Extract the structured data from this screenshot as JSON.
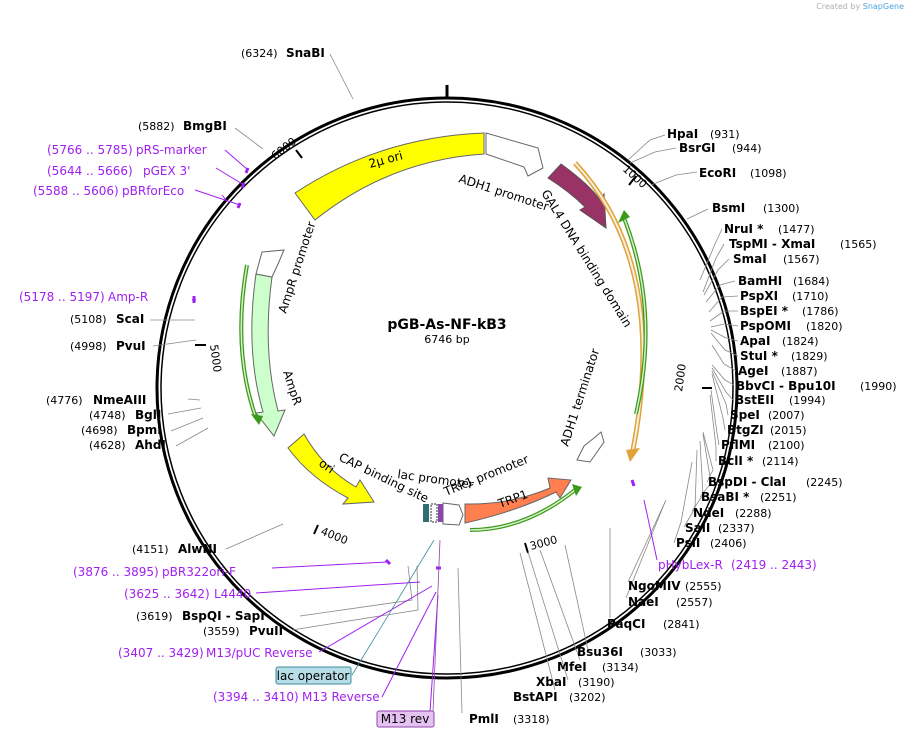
{
  "credit": {
    "prefix": "Created by",
    "brand": "SnapGene"
  },
  "plasmid": {
    "name": "pGB-As-NF-kB3",
    "length_label": "6746 bp",
    "length": 6746
  },
  "ticks": [
    "1000",
    "2000",
    "3000",
    "4000",
    "5000",
    "6000"
  ],
  "features": [
    {
      "name": "2μ ori",
      "color": "#ffff00"
    },
    {
      "name": "ADH1 promoter",
      "color": "#ffffff"
    },
    {
      "name": "GAL4 DNA binding domain",
      "color": "#993366"
    },
    {
      "name": "ADH1 terminator",
      "color": "#ffffff"
    },
    {
      "name": "TRP1",
      "color": "#ff7f50"
    },
    {
      "name": "TRP1 promoter",
      "color": "#ffffff"
    },
    {
      "name": "lac promoter",
      "color": "#ffffff"
    },
    {
      "name": "CAP binding site",
      "color": "#2f6f6f"
    },
    {
      "name": "ori",
      "color": "#ffff00"
    },
    {
      "name": "AmpR",
      "color": "#ccffcc"
    },
    {
      "name": "AmpR promoter",
      "color": "#ffffff"
    }
  ],
  "sites_right": [
    {
      "name": "HpaI",
      "pos": "(931)"
    },
    {
      "name": "BsrGI",
      "pos": "(944)"
    },
    {
      "name": "EcoRI",
      "pos": "(1098)"
    },
    {
      "name": "BsmI",
      "pos": "(1300)"
    },
    {
      "name": "NruI *",
      "pos": "(1477)"
    },
    {
      "name": "TspMI - XmaI",
      "pos": "(1565)"
    },
    {
      "name": "SmaI",
      "pos": "(1567)"
    },
    {
      "name": "BamHI",
      "pos": "(1684)"
    },
    {
      "name": "PspXI",
      "pos": "(1710)"
    },
    {
      "name": "BspEI *",
      "pos": "(1786)"
    },
    {
      "name": "PspOMI",
      "pos": "(1820)"
    },
    {
      "name": "ApaI",
      "pos": "(1824)"
    },
    {
      "name": "StuI *",
      "pos": "(1829)"
    },
    {
      "name": "AgeI",
      "pos": "(1887)"
    },
    {
      "name": "BbvCI - Bpu10I",
      "pos": "(1990)"
    },
    {
      "name": "BstEII",
      "pos": "(1994)"
    },
    {
      "name": "SpeI",
      "pos": "(2007)"
    },
    {
      "name": "BtgZI",
      "pos": "(2015)"
    },
    {
      "name": "PflMI",
      "pos": "(2100)"
    },
    {
      "name": "BclI *",
      "pos": "(2114)"
    },
    {
      "name": "BspDI - ClaI",
      "pos": "(2245)"
    },
    {
      "name": "BsaBI *",
      "pos": "(2251)"
    },
    {
      "name": "NdeI",
      "pos": "(2288)"
    },
    {
      "name": "SalI",
      "pos": "(2337)"
    },
    {
      "name": "PsiI",
      "pos": "(2406)"
    },
    {
      "name": "NgoMIV",
      "pos": "(2555)"
    },
    {
      "name": "NaeI",
      "pos": "(2557)"
    },
    {
      "name": "PaqCI",
      "pos": "(2841)"
    },
    {
      "name": "Bsu36I",
      "pos": "(3033)"
    },
    {
      "name": "MfeI",
      "pos": "(3134)"
    },
    {
      "name": "XbaI",
      "pos": "(3190)"
    },
    {
      "name": "BstAPI",
      "pos": "(3202)"
    },
    {
      "name": "PmlI",
      "pos": "(3318)"
    }
  ],
  "sites_left": [
    {
      "name": "SnaBI",
      "pos": "(6324)"
    },
    {
      "name": "BmgBI",
      "pos": "(5882)"
    },
    {
      "name": "ScaI",
      "pos": "(5108)"
    },
    {
      "name": "PvuI",
      "pos": "(4998)"
    },
    {
      "name": "NmeAIII",
      "pos": "(4776)"
    },
    {
      "name": "BglI",
      "pos": "(4748)"
    },
    {
      "name": "BpmI",
      "pos": "(4698)"
    },
    {
      "name": "AhdI",
      "pos": "(4628)"
    },
    {
      "name": "AlwNI",
      "pos": "(4151)"
    },
    {
      "name": "BspQI - SapI",
      "pos": "(3619)"
    },
    {
      "name": "PvuII",
      "pos": "(3559)"
    }
  ],
  "primers": [
    {
      "name": "pRS-marker",
      "range": "(5766 .. 5785)"
    },
    {
      "name": "pGEX 3'",
      "range": "(5644 .. 5666)"
    },
    {
      "name": "pBRforEco",
      "range": "(5588 .. 5606)"
    },
    {
      "name": "Amp-R",
      "range": "(5178 .. 5197)"
    },
    {
      "name": "pBR322ori-F",
      "range": "(3876 .. 3895)"
    },
    {
      "name": "L4440",
      "range": "(3625 .. 3642)"
    },
    {
      "name": "M13/pUC Reverse",
      "range": "(3407 .. 3429)"
    },
    {
      "name": "M13 Reverse",
      "range": "(3394 .. 3410)"
    },
    {
      "name": "pHybLex-R",
      "range": "(2419 .. 2443)"
    }
  ],
  "boxes": {
    "lac_operator": "lac operator",
    "m13_rev": "M13 rev"
  }
}
